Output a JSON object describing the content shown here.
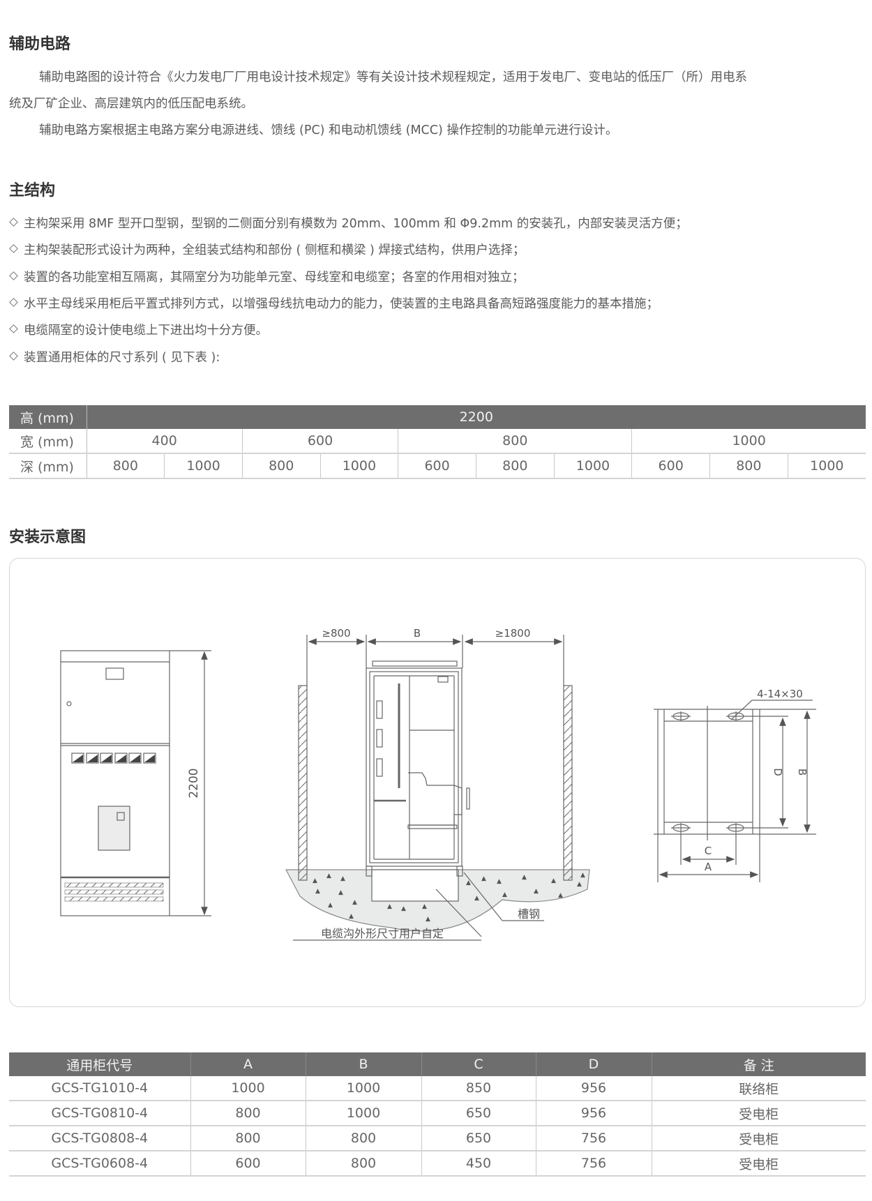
{
  "section_aux": {
    "title": "辅助电路",
    "para1_line1": "辅助电路图的设计符合《火力发电厂厂用电设计技术规定》等有关设计技术规程规定，适用于发电厂、变电站的低压厂（所）用电系",
    "para1_line2": "统及厂矿企业、高层建筑内的低压配电系统。",
    "para2": "辅助电路方案根据主电路方案分电源进线、馈线 (PC) 和电动机馈线 (MCC) 操作控制的功能单元进行设计。"
  },
  "section_main": {
    "title": "主结构",
    "bullets": [
      "主构架采用 8MF 型开口型钢，型钢的二侧面分别有模数为 20mm、100mm 和 Φ9.2mm 的安装孔，内部安装灵活方便；",
      "主构架装配形式设计为两种，全组装式结构和部份 ( 侧框和横梁 ) 焊接式结构，供用户选择；",
      "装置的各功能室相互隔离，其隔室分为功能单元室、母线室和电缆室；各室的作用相对独立；",
      "水平主母线采用柜后平置式排列方式，以增强母线抗电动力的能力，使装置的主电路具备高短路强度能力的基本措施；",
      "电缆隔室的设计使电缆上下进出均十分方便。",
      "装置通用柜体的尺寸系列 ( 见下表 ):"
    ]
  },
  "size_table": {
    "height_label": "高 (mm)",
    "height_value": "2200",
    "width_label": "宽 (mm)",
    "widths": [
      "400",
      "600",
      "800",
      "1000"
    ],
    "depth_label": "深 (mm)",
    "depths": [
      "800",
      "1000",
      "800",
      "1000",
      "600",
      "800",
      "1000",
      "600",
      "800",
      "1000"
    ]
  },
  "section_install": {
    "title": "安装示意图",
    "front_height": "2200",
    "side_left_clearance": "≥800",
    "side_width": "B",
    "side_right_clearance": "≥1800",
    "channel_label": "槽钢",
    "trench_label": "电缆沟外形尺寸用户自定",
    "hole_spec": "4-14×30",
    "dim_a": "A",
    "dim_b": "B",
    "dim_c": "C",
    "dim_d": "D"
  },
  "cabinet_table": {
    "headers": [
      "通用柜代号",
      "A",
      "B",
      "C",
      "D",
      "备 注"
    ],
    "rows": [
      [
        "GCS-TG1010-4",
        "1000",
        "1000",
        "850",
        "956",
        "联络柜"
      ],
      [
        "GCS-TG0810-4",
        "800",
        "1000",
        "650",
        "956",
        "受电柜"
      ],
      [
        "GCS-TG0808-4",
        "800",
        "800",
        "650",
        "756",
        "受电柜"
      ],
      [
        "GCS-TG0608-4",
        "600",
        "800",
        "450",
        "756",
        "受电柜"
      ]
    ]
  }
}
